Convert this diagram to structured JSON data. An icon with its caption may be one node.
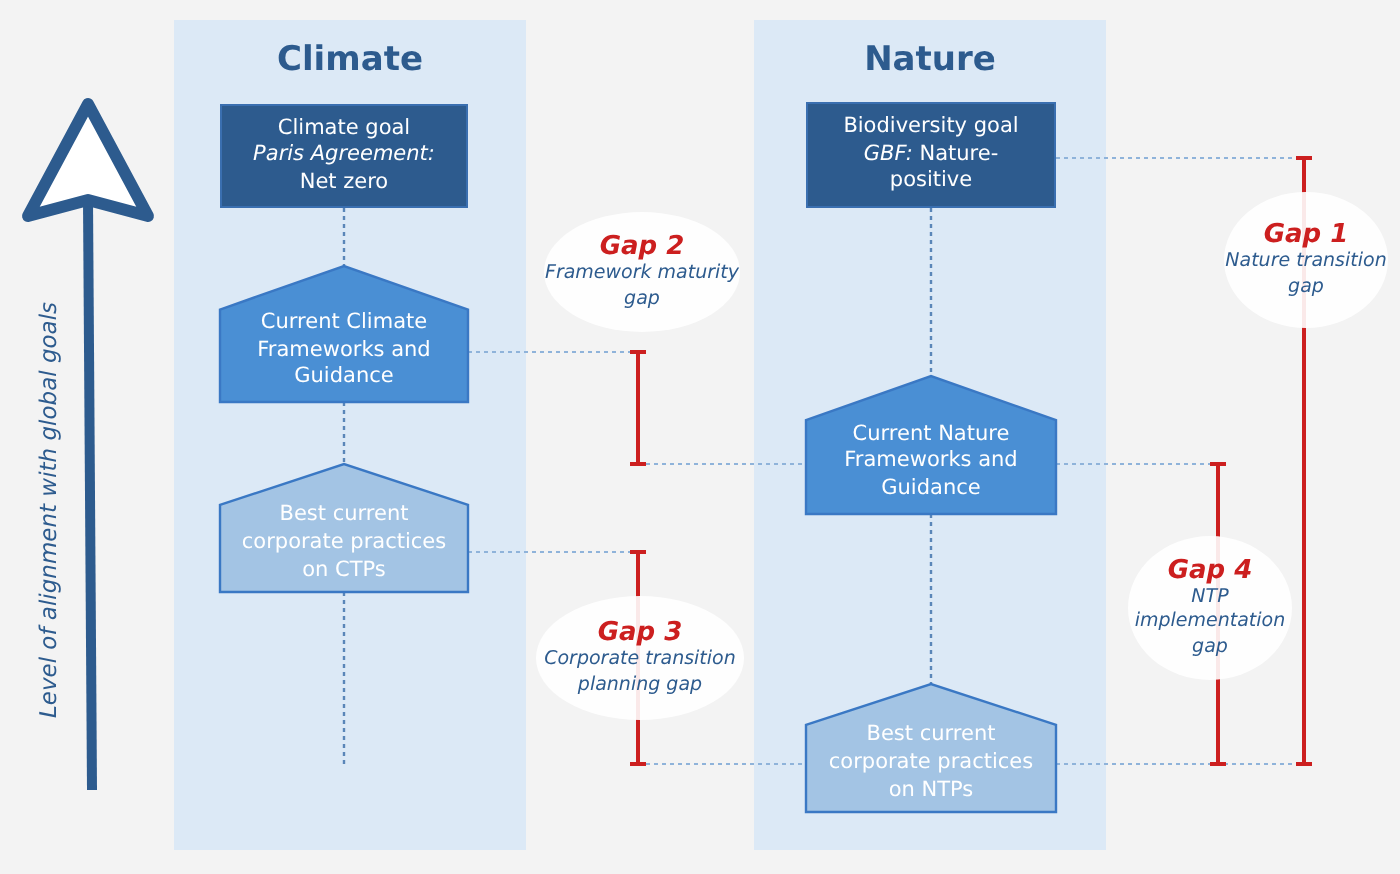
{
  "diagram": {
    "nodes": [
      {
        "text": [
          "Climate"
        ]
      },
      {
        "text": [
          "Climate goal",
          "*Paris Agreement:* Net zero"
        ],
        "in": 0
      },
      {
        "text": [
          "Current Climate Frameworks and Guidance"
        ],
        "in": 0
      },
      {
        "text": [
          "Best current corporate practices on CTPs"
        ],
        "in": 0
      },
      {
        "text": [
          "Nature"
        ]
      },
      {
        "text": [
          "Biodiversity goal",
          "*GBF:* Nature-positive"
        ],
        "in": 4
      },
      {
        "text": [
          "Current Nature Frameworks and Guidance"
        ],
        "in": 4
      },
      {
        "text": [
          "Best current corporate practices on NTPs"
        ],
        "in": 4
      },
      {
        "text": [
          "Gap 2",
          "Framework maturity gap"
        ]
      },
      {
        "text": [
          "Gap 1",
          "Nature transition gap"
        ]
      },
      {
        "text": [
          "Gap 4",
          "NTP implementation gap"
        ]
      },
      {
        "text": [
          "Gap 3",
          "Corporate transition planning gap"
        ]
      }
    ],
    "edges": [
      {
        "from": 1,
        "to": 2,
        "arrow": "none",
        "style": "dashed"
      },
      {
        "from": 2,
        "to": 3,
        "arrow": "none",
        "style": "dashed"
      },
      {
        "from": 3,
        "to": null,
        "arrow": "none",
        "style": "dashed"
      },
      {
        "from": 5,
        "to": 6,
        "arrow": "none",
        "style": "dashed"
      },
      {
        "from": 6,
        "to": 7,
        "arrow": "none",
        "style": "dashed"
      }
    ],
    "labels": [
      "Level of alignment with global goals"
    ]
  }
}
